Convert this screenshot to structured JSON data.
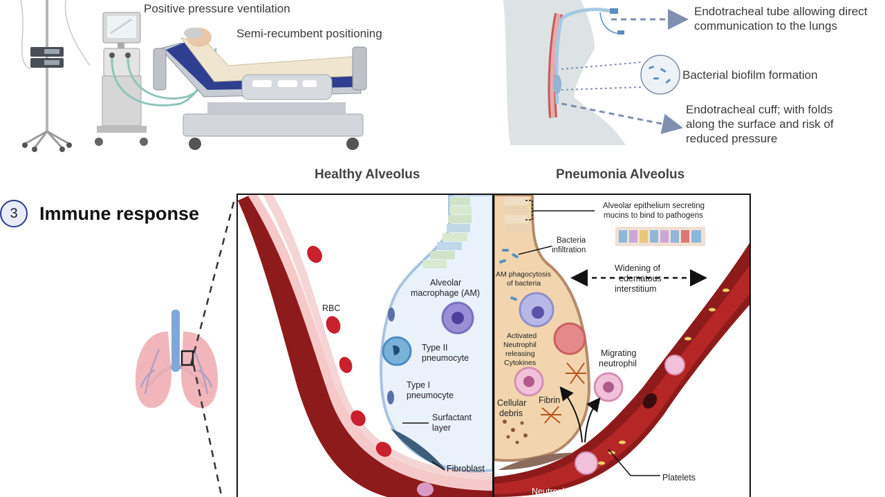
{
  "top": {
    "ventilation_label": "Positive pressure ventilation",
    "positioning_label": "Semi-recumbent positioning",
    "tube_label_line1": "Endotracheal tube allowing direct",
    "tube_label_line2": "communication to the lungs",
    "biofilm_label": "Bacterial biofilm formation",
    "cuff_line1": "Endotracheal cuff; with folds",
    "cuff_line2": "along the surface and risk of",
    "cuff_line3": "reduced pressure"
  },
  "section": {
    "number": "3",
    "title": "Immune response"
  },
  "healthy": {
    "title": "Healthy Alveolus",
    "rbc": "RBC",
    "am_line1": "Alveolar",
    "am_line2": "macrophage (AM)",
    "type2_line1": "Type II",
    "type2_line2": "pneumocyte",
    "type1_line1": "Type I",
    "type1_line2": "pneumocyte",
    "surfactant_line1": "Surfactant",
    "surfactant_line2": "layer",
    "fibroblast": "Fibroblast"
  },
  "pneumonia": {
    "title": "Pneumonia Alveolus",
    "epithelium_line1": "Alveolar epithelium secreting",
    "epithelium_line2": "mucins to bind to pathogens",
    "bacteria_line1": "Bacteria",
    "bacteria_line2": "infiltration",
    "am_phago_line1": "AM phagocytosis",
    "am_phago_line2": "of bacteria",
    "widening_line1": "Widening of",
    "widening_line2": "edematous",
    "widening_line3": "interstitium",
    "activated_line1": "Activated",
    "activated_line2": "Neutrophil",
    "activated_line3": "releasing",
    "activated_line4": "Cytokines",
    "migrating_line1": "Migrating",
    "migrating_line2": "neutrophil",
    "cellular_line1": "Cellular",
    "cellular_line2": "debris",
    "fibrin": "Fibrin",
    "platelets": "Platelets",
    "neutrophil": "Neutrophil"
  },
  "colors": {
    "vessel_dark": "#8e1b1b",
    "vessel_light": "#f6c9c9",
    "rbc": "#c8202c",
    "alveolus_fill": "#e8f1fa",
    "alveolus_border": "#a9c3e0",
    "pneumonia_fill": "#f2d5ae",
    "step_border": "#2b3990"
  }
}
